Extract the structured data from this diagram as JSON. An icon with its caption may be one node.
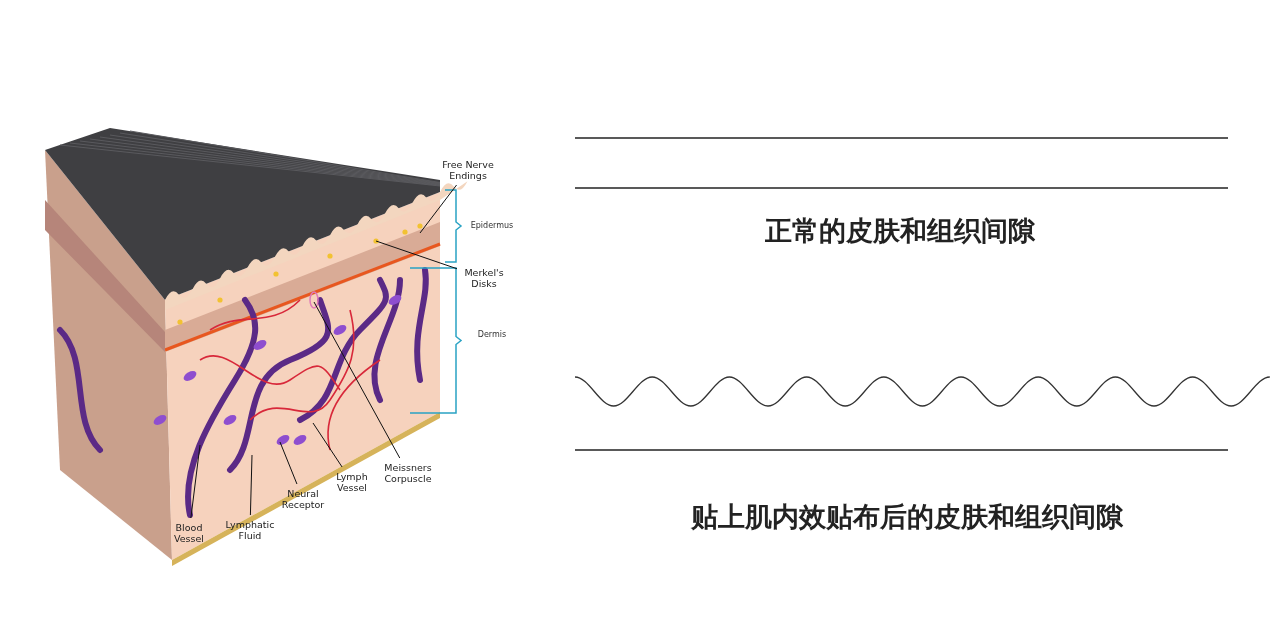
{
  "diagram": {
    "nodes": [
      {
        "text": [
          "Free Nerve Endings"
        ]
      },
      {
        "text": [
          "Merkel's Disks"
        ]
      },
      {
        "text": [
          "Meissners Corpuscle"
        ]
      },
      {
        "text": [
          "Lymph Vessel"
        ]
      },
      {
        "text": [
          "Neural Receptor"
        ]
      },
      {
        "text": [
          "Blood Vessel"
        ]
      },
      {
        "text": [
          "Lymphatic Fluid"
        ]
      }
    ],
    "edges": [
      {
        "from": 0,
        "to": null,
        "arrow": "none"
      },
      {
        "from": 1,
        "to": null,
        "arrow": "none"
      },
      {
        "from": 2,
        "to": null,
        "arrow": "none"
      },
      {
        "from": 3,
        "to": null,
        "arrow": "none"
      },
      {
        "from": 4,
        "to": null,
        "arrow": "none"
      },
      {
        "from": 5,
        "to": null,
        "arrow": "none"
      },
      {
        "from": 6,
        "to": null,
        "arrow": "none"
      }
    ],
    "labels": [
      "Epidermus",
      "Dermis",
      "正常的皮肤和组织间隙",
      "贴上肌内效贴布后的皮肤和组织间隙"
    ]
  }
}
